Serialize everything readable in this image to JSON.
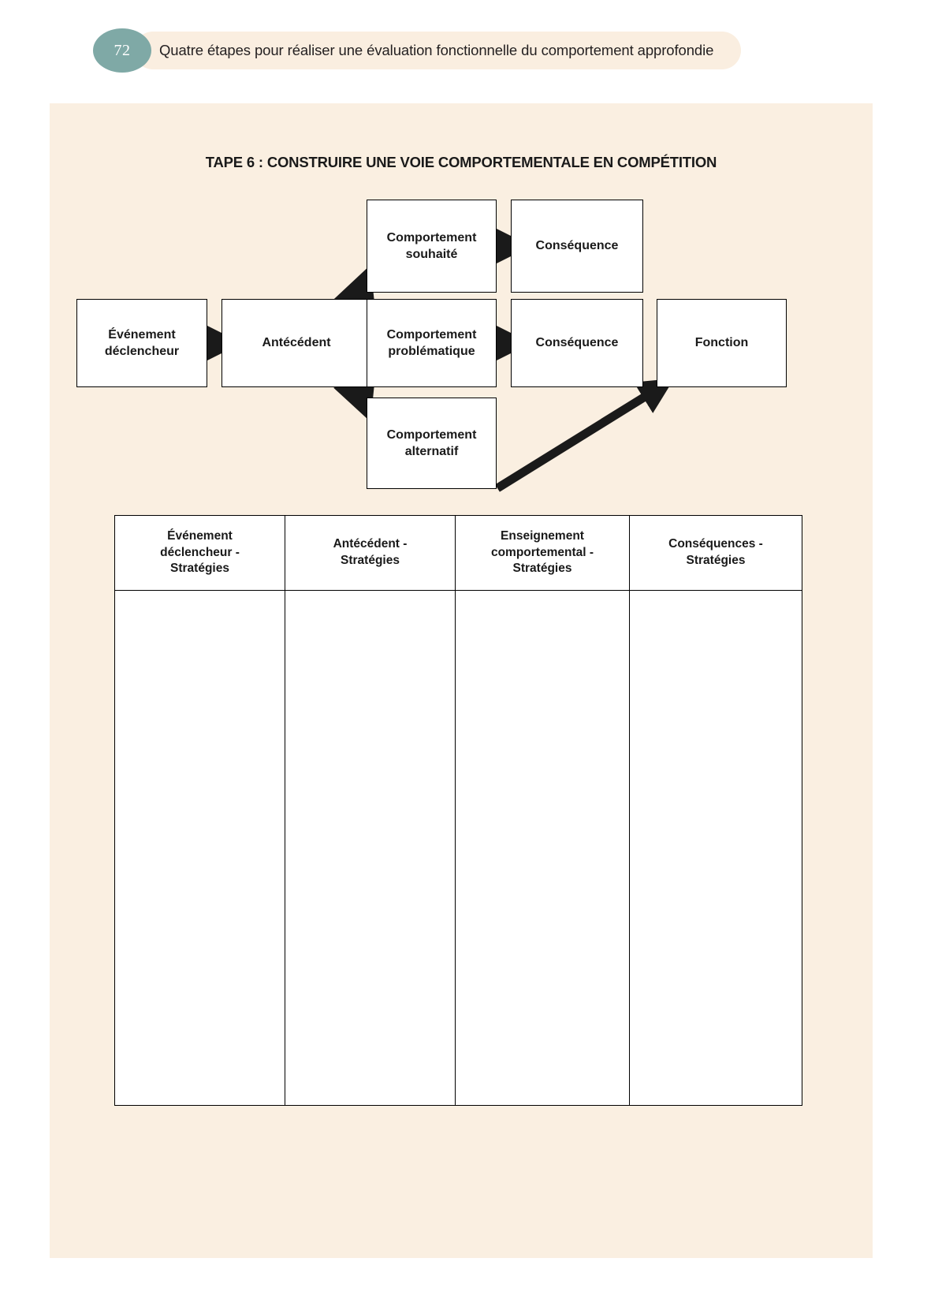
{
  "header": {
    "page_number": "72",
    "running_title": "Quatre étapes pour réaliser une évaluation fonctionnelle du comportement approfondie",
    "badge_color": "#7fa9a6",
    "band_color": "#faeee0"
  },
  "panel": {
    "background_color": "#faefe1"
  },
  "section": {
    "title": "TAPE 6 : CONSTRUIRE UNE VOIE COMPORTEMENTALE EN COMPÉTITION"
  },
  "diagram": {
    "nodes": {
      "evenement_declencheur": {
        "line1": "Événement",
        "line2": "déclencheur"
      },
      "antecedent": {
        "line1": "Antécédent",
        "line2": ""
      },
      "comportement_souhaite": {
        "line1": "Comportement",
        "line2": "souhaité"
      },
      "comportement_problematique": {
        "line1": "Comportement",
        "line2": "problématique"
      },
      "comportement_alternatif": {
        "line1": "Comportement",
        "line2": "alternatif"
      },
      "consequence_souhaite": {
        "line1": "Conséquence",
        "line2": ""
      },
      "consequence_problematique": {
        "line1": "Conséquence",
        "line2": ""
      },
      "fonction": {
        "line1": "Fonction",
        "line2": ""
      }
    },
    "arrow_color": "#1a1a1a"
  },
  "table": {
    "headers": [
      "Événement déclencheur - Stratégies",
      "Antécédent - Stratégies",
      "Enseignement comportemental - Stratégies",
      "Conséquences - Stratégies"
    ],
    "header_lines": [
      [
        "Événement",
        "déclencheur -",
        "Stratégies"
      ],
      [
        "Antécédent -",
        "Stratégies"
      ],
      [
        "Enseignement",
        "comportemental -",
        "Stratégies"
      ],
      [
        "Conséquences -",
        "Stratégies"
      ]
    ],
    "rows": [
      [
        "",
        "",
        "",
        ""
      ]
    ]
  }
}
